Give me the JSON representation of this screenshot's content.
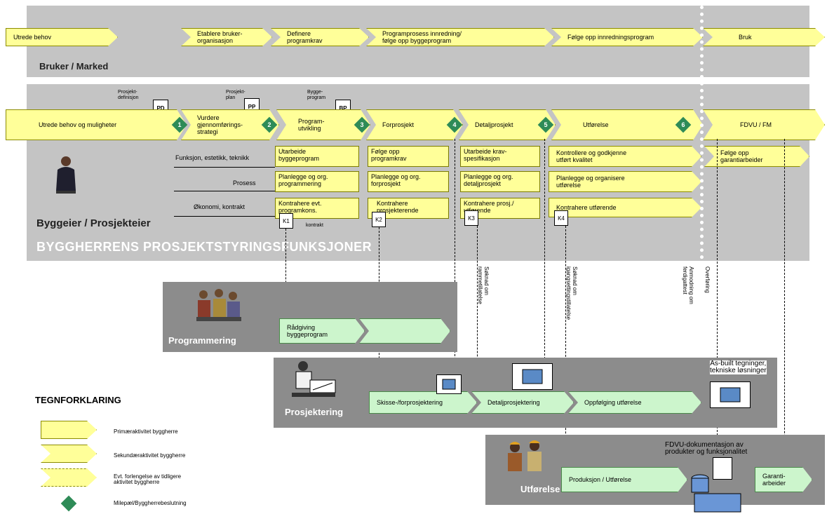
{
  "market_band": {
    "label": "Bruker / Marked",
    "arrows": [
      "Utrede behov",
      "Etablere bruker-\norganisasjon",
      "Definere\nprogramkrav",
      "Programprosess innredning/\nfølge opp byggeprogram",
      "Følge opp innredningsprogram",
      "Bruk"
    ]
  },
  "owner_band": {
    "label": "Byggeier / Prosjekteier",
    "title": "BYGGHERRENS PROSJEKTSTYRINGSFUNKSJONER",
    "phases": [
      "Utrede behov og muligheter",
      "Vurdere\ngjennomførings-\nstrategi",
      "Program-\nutvikling",
      "Forprosjekt",
      "Detaljprosjekt",
      "Utførelse",
      "FDVU / FM"
    ],
    "milestones": [
      "1",
      "2",
      "3",
      "4",
      "5",
      "6"
    ],
    "docs": [
      {
        "code": "PD",
        "caption": "Prosjekt-\ndefinisjon"
      },
      {
        "code": "PP",
        "caption": "Prosjekt-\nplan"
      },
      {
        "code": "BP",
        "caption": "Bygge-\nprogram"
      }
    ],
    "row_labels": [
      "Funksjon, estetikk, teknikk",
      "Prosess",
      "Økonomi, kontrakt"
    ],
    "row1": [
      "Utarbeide\nbyggeprogram",
      "Følge opp\nprogramkrav",
      "Utarbeide krav-\nspesifikasjon",
      "Kontrollere og godkjenne\nutført kvalitet",
      "Følge opp\ngarantiarbeider"
    ],
    "row2": [
      "Planlegge og org.\nprogrammering",
      "Planlegge og org.\nforprosjekt",
      "Planlegge og org.\ndetaljprosjekt",
      "Planlegge og organisere\nutførelse"
    ],
    "row3": [
      "Kontrahere evt.\nprogramkons.",
      "Kontrahere\nprosjekterende",
      "Kontrahere prosj./\nutførende",
      "Kontrahere utførende"
    ],
    "k_markers": [
      "K1",
      "K2",
      "K3",
      "K4"
    ],
    "k1_caption": "kontrakt"
  },
  "vertical_notes": [
    "Søknad om\nrammetillatelse",
    "Søknad om\nigangsettingstillatelse",
    "Anmodning om\nferdigattest",
    "Overføring"
  ],
  "programmering": {
    "label": "Programmering",
    "arrow": "Rådgiving\nbyggeprogram"
  },
  "prosjektering": {
    "label": "Prosjektering",
    "arrows": [
      "Skisse-/forprosjektering",
      "Detaljprosjektering",
      "Oppfølging utførelse"
    ],
    "asbuilt": "As-built tegninger,\ntekniske løsninger"
  },
  "utforelse": {
    "label": "Utførelse",
    "arrow": "Produksjon / Utførelse",
    "fdvu_doc": "FDVU-dokumentasjon av\nprodukter og funksjonalitet",
    "garanti": "Garanti-\narbeider"
  },
  "legend": {
    "title": "TEGNFORKLARING",
    "items": [
      "Primæraktivitet byggherre",
      "Sekundæraktivitet byggherre",
      "Evt. forlengelse av tidligere\naktivitet byggherre",
      "Milepæl/Byggherrebeslutning"
    ]
  },
  "colors": {
    "yellow": "#ffff99",
    "green_arrow": "#ccf5cc",
    "milestone": "#2e8b57",
    "band_light": "#c4c4c4",
    "band_dark": "#8c8c8c"
  }
}
